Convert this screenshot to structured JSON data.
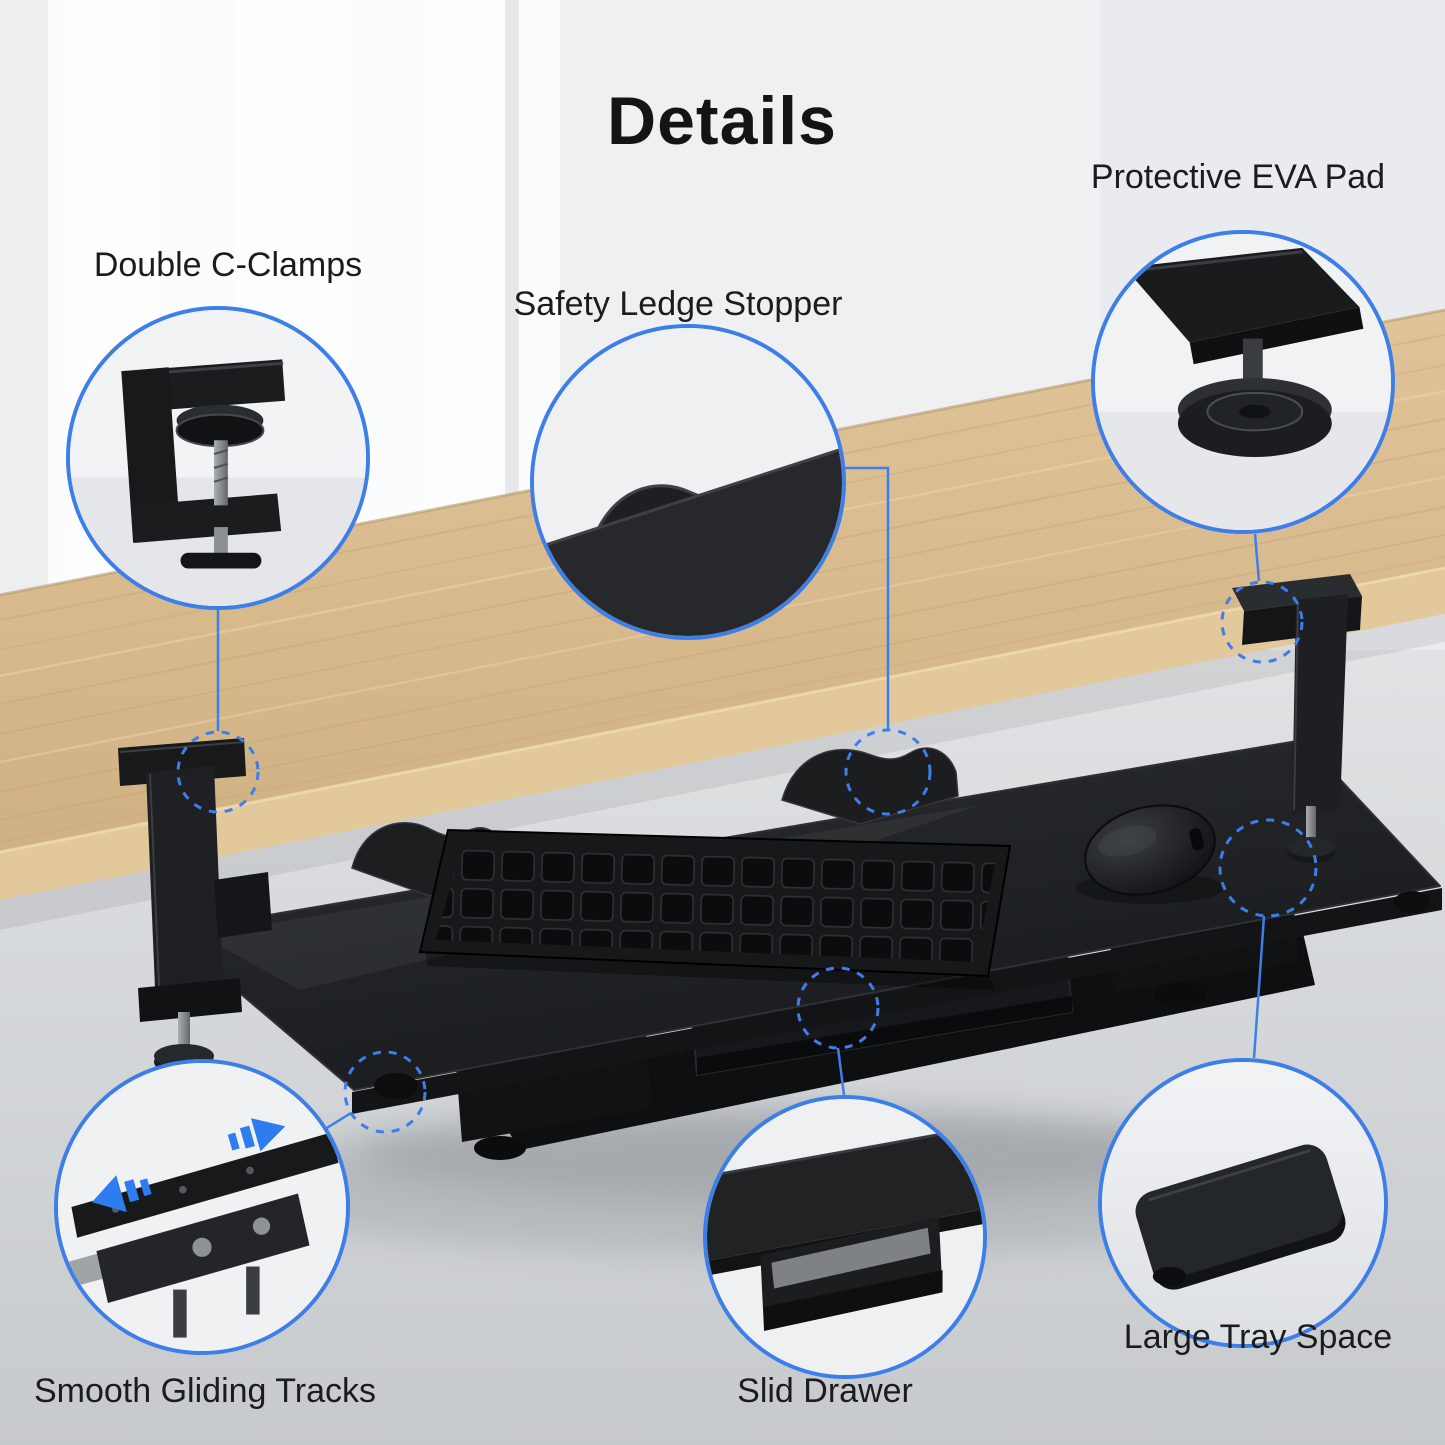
{
  "title": "Details",
  "callouts": {
    "double_c_clamps": {
      "label": "Double C-Clamps"
    },
    "safety_ledge_stopper": {
      "label": "Safety Ledge Stopper"
    },
    "protective_eva_pad": {
      "label": "Protective EVA Pad"
    },
    "smooth_gliding_tracks": {
      "label": "Smooth Gliding Tracks"
    },
    "slid_drawer": {
      "label": "Slid Drawer"
    },
    "large_tray_space": {
      "label": "Large Tray Space"
    }
  },
  "colors": {
    "accent_blue": "#3d7ee8",
    "desk_wood": "#d8bc90",
    "tray_black": "#222427"
  }
}
